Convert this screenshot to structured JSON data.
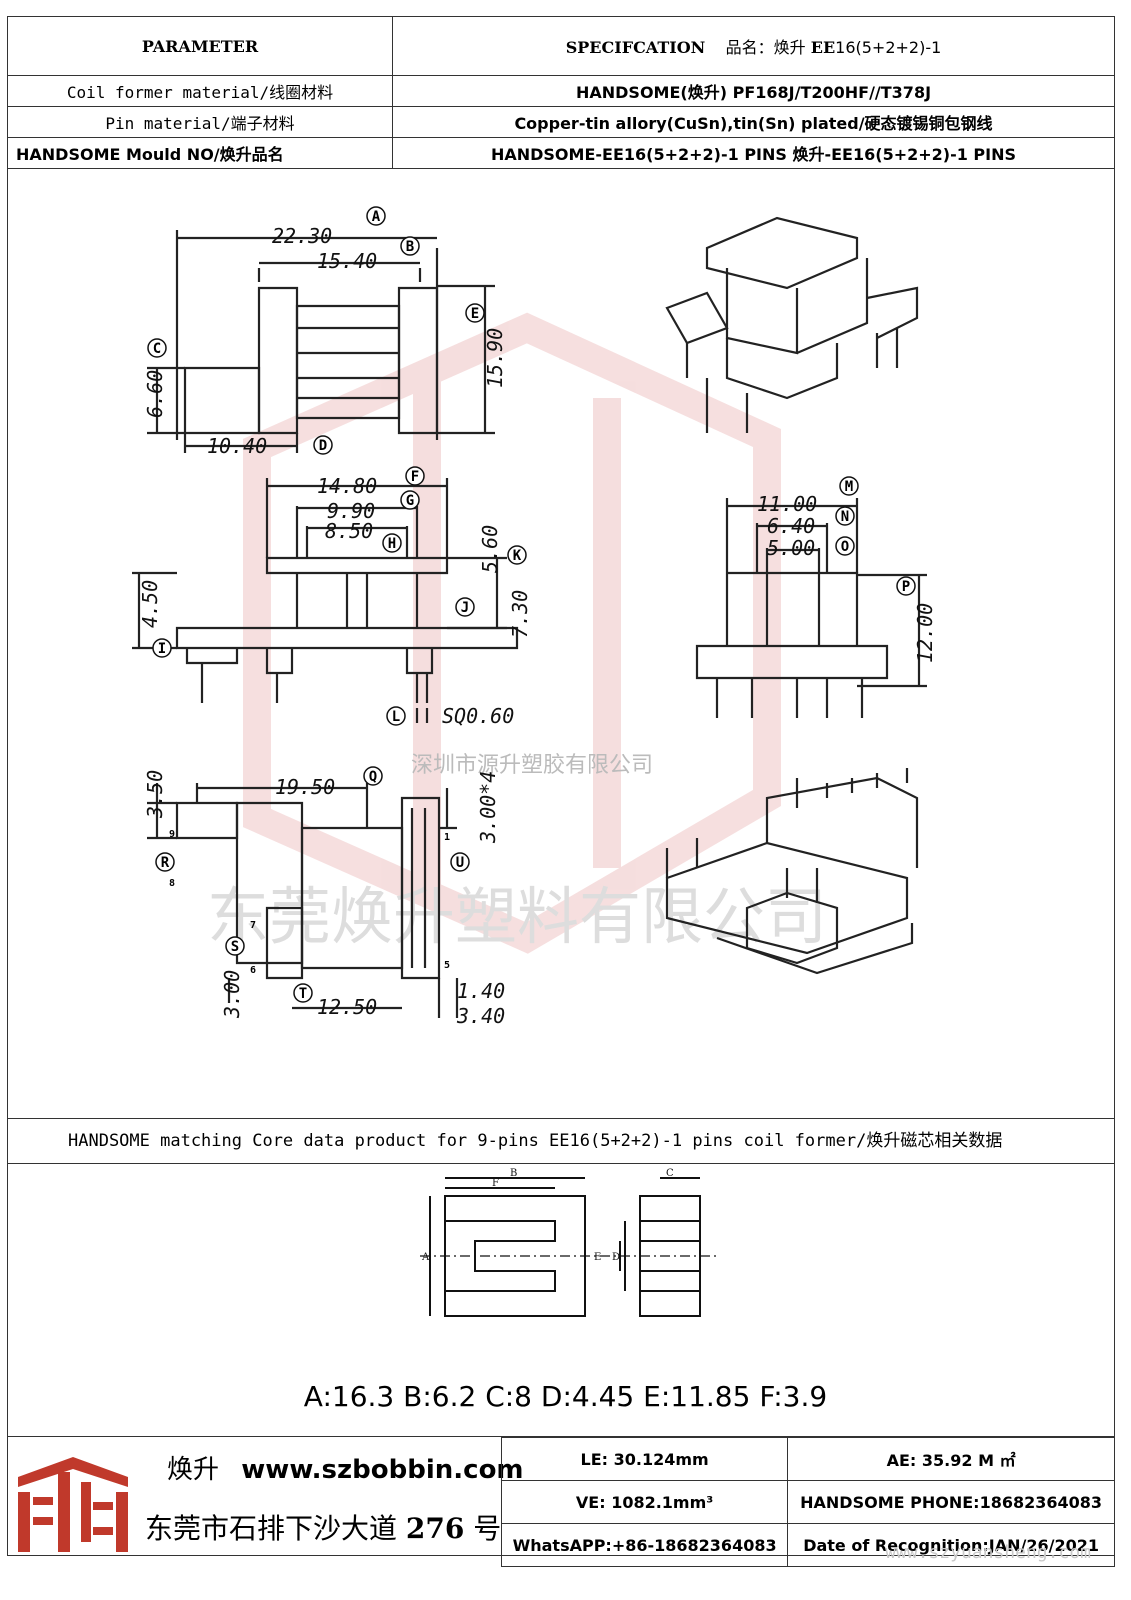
{
  "header": {
    "param_label": "PARAMETER",
    "spec_label": "SPECIFCATION",
    "product_cn_label": "品名：焕升",
    "product_code_bold": "EE",
    "product_code": "16(5+2+2)-1"
  },
  "rows": [
    {
      "label": "Coil former material/线圈材料",
      "value": "HANDSOME(焕升)  PF168J/T200HF//T378J"
    },
    {
      "label": "Pin material/端子材料",
      "value": "Copper-tin allory(CuSn),tin(Sn) plated/硬态镀锡铜包钢线"
    },
    {
      "label": "HANDSOME Mould NO/焕升品名",
      "value": "HANDSOME-EE16(5+2+2)-1 PINS   焕升-EE16(5+2+2)-1 PINS"
    }
  ],
  "drawing": {
    "top_view": {
      "A": "22.30",
      "B": "15.40",
      "C": "6.60",
      "D": "10.40",
      "E": "15.90"
    },
    "side_view": {
      "F": "14.80",
      "G": "9.90",
      "H": "8.50",
      "K": "5.60",
      "I": "4.50",
      "J": "7.30",
      "L": "SQ0.60"
    },
    "end_view": {
      "M": "11.00",
      "N": "6.40",
      "O": "5.00",
      "P": "12.00"
    },
    "bottom_view": {
      "Q": "19.50",
      "R": "3.50",
      "U": "3.00*4",
      "S": "3.00",
      "T": "12.50",
      "w1": "1.40",
      "w2": "3.40"
    },
    "pin_numbers": [
      "9",
      "8",
      "7",
      "6",
      "5",
      "1"
    ],
    "letters": [
      "A",
      "B",
      "C",
      "D",
      "E",
      "F",
      "G",
      "H",
      "I",
      "J",
      "K",
      "L",
      "M",
      "N",
      "O",
      "P",
      "Q",
      "R",
      "S",
      "T",
      "U"
    ]
  },
  "watermark": {
    "company_small": "深圳市源升塑胶有限公司",
    "company_large": "东莞焕升塑料有限公司"
  },
  "core_section": {
    "title": "HANDSOME matching Core data  product for 9-pins EE16(5+2+2)-1 pins coil former/焕升磁芯相关数据",
    "labels": {
      "A": "A",
      "B": "B",
      "C": "C",
      "D": "D",
      "E": "E",
      "F": "F"
    },
    "dims_text": "A:16.3 B:6.2 C:8 D:4.45 E:11.85 F:3.9"
  },
  "footer": {
    "brand_cn": "焕升",
    "url": "www.szbobbin.com",
    "address_cn": "东莞市石排下沙大道",
    "address_num": "276",
    "address_suffix": "号",
    "le": "LE:    30.124mm",
    "ae": "AE: 35.92 M ㎡",
    "ve": "VE:    1082.1mm³",
    "phone": "HANDSOME PHONE:18682364083",
    "whatsapp": "WhatsAPP:+86-18682364083",
    "date": "Date of Recognition:JAN/26/2021",
    "site": "www.szyuansheng.com"
  },
  "colors": {
    "watermark_red": "#e3a8a8",
    "line": "#222222"
  }
}
